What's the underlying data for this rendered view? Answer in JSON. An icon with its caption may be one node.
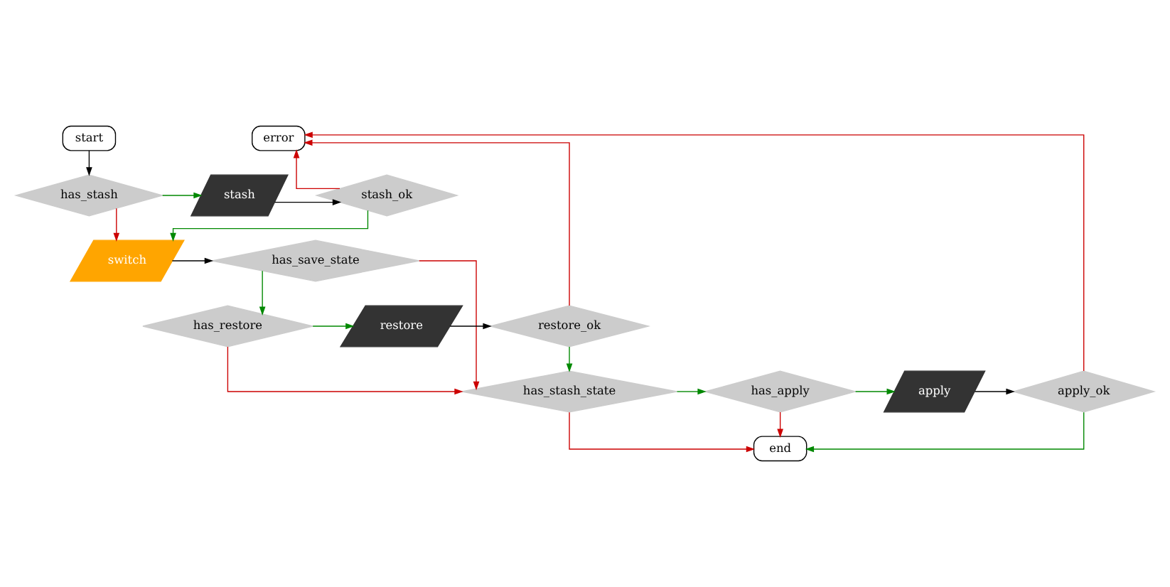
{
  "diagram": {
    "nodes": [
      {
        "text": [
          "start"
        ]
      },
      {
        "text": [
          "has_stash"
        ]
      },
      {
        "text": [
          "stash"
        ]
      },
      {
        "text": [
          "stash_ok"
        ]
      },
      {
        "text": [
          "error"
        ]
      },
      {
        "text": [
          "switch"
        ]
      },
      {
        "text": [
          "has_save_state"
        ]
      },
      {
        "text": [
          "has_restore"
        ]
      },
      {
        "text": [
          "restore"
        ]
      },
      {
        "text": [
          "restore_ok"
        ]
      },
      {
        "text": [
          "has_stash_state"
        ]
      },
      {
        "text": [
          "has_apply"
        ]
      },
      {
        "text": [
          "apply"
        ]
      },
      {
        "text": [
          "apply_ok"
        ]
      },
      {
        "text": [
          "end"
        ]
      }
    ],
    "edges": [
      {
        "from": 0,
        "to": 1,
        "arrow": "to",
        "color": "#000000"
      },
      {
        "from": 1,
        "to": 2,
        "arrow": "to"
      },
      {
        "from": 1,
        "to": 5,
        "arrow": "to",
        "color": "#cc0000"
      },
      {
        "from": 2,
        "to": 3,
        "arrow": "to",
        "color": "#000000"
      },
      {
        "from": 3,
        "to": 4,
        "arrow": "to",
        "color": "#cc0000"
      },
      {
        "from": 3,
        "to": 5,
        "arrow": "to"
      },
      {
        "from": 5,
        "to": 6,
        "arrow": "to",
        "color": "#000000"
      },
      {
        "from": 6,
        "to": 7,
        "arrow": "to"
      },
      {
        "from": 6,
        "to": 10,
        "arrow": "to",
        "color": "#cc0000"
      },
      {
        "from": 7,
        "to": 8,
        "arrow": "to"
      },
      {
        "from": 7,
        "to": 10,
        "arrow": "to",
        "color": "#cc0000"
      },
      {
        "from": 8,
        "to": 9,
        "arrow": "to",
        "color": "#000000"
      },
      {
        "from": 9,
        "to": 4,
        "arrow": "to",
        "color": "#cc0000"
      },
      {
        "from": 9,
        "to": 10,
        "arrow": "to"
      },
      {
        "from": 10,
        "to": 11,
        "arrow": "to"
      },
      {
        "from": 10,
        "to": 14,
        "arrow": "to",
        "color": "#cc0000"
      },
      {
        "from": 11,
        "to": 12,
        "arrow": "to"
      },
      {
        "from": 11,
        "to": 14,
        "arrow": "to",
        "color": "#cc0000"
      },
      {
        "from": 12,
        "to": 13,
        "arrow": "to",
        "color": "#000000"
      },
      {
        "from": 13,
        "to": 4,
        "arrow": "to",
        "color": "#cc0000"
      },
      {
        "from": 13,
        "to": 14,
        "arrow": "to"
      }
    ]
  }
}
